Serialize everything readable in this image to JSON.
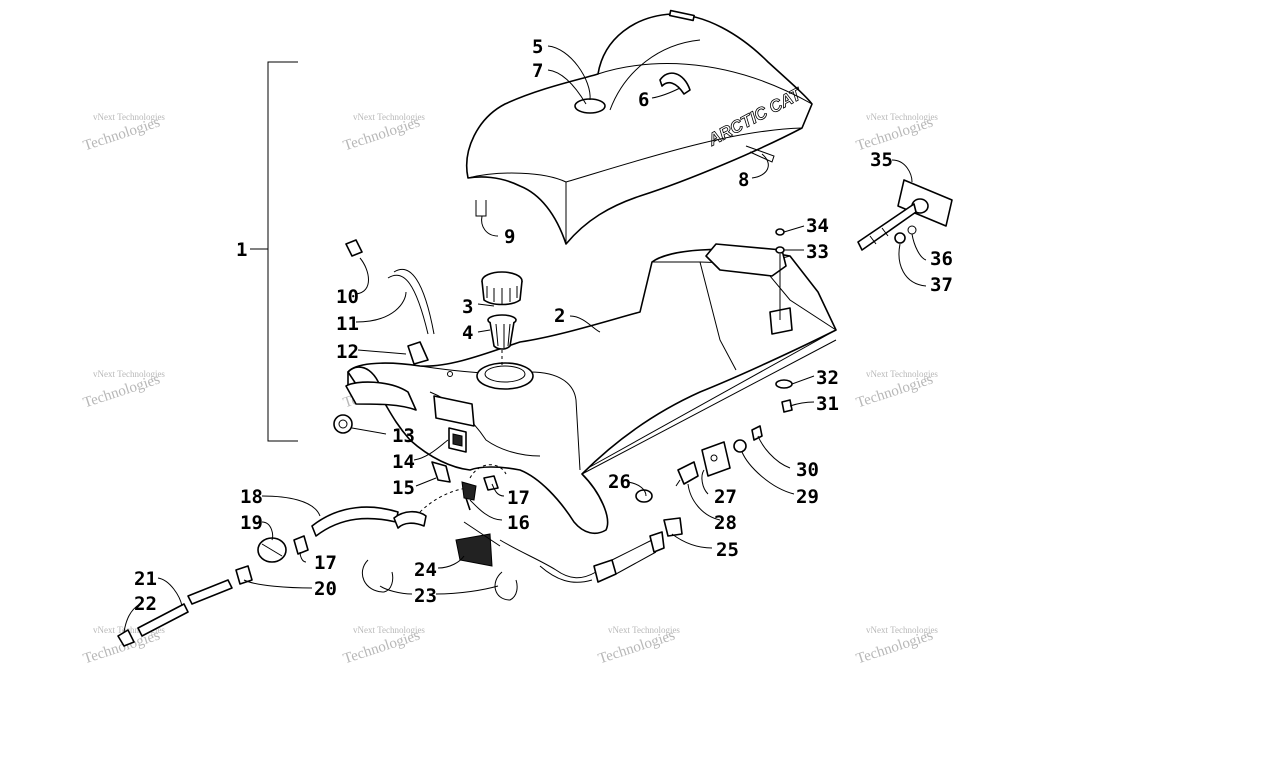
{
  "watermark": {
    "line1": "vNext Technologies",
    "line2": "Technologies"
  },
  "brand_text": "ARCTIC CAT",
  "callouts": {
    "c1": "1",
    "c2": "2",
    "c3": "3",
    "c4": "4",
    "c5": "5",
    "c6": "6",
    "c7": "7",
    "c8": "8",
    "c9": "9",
    "c10": "10",
    "c11": "11",
    "c12": "12",
    "c13": "13",
    "c14": "14",
    "c15": "15",
    "c16": "16",
    "c17": "17",
    "c17b": "17",
    "c18": "18",
    "c19": "19",
    "c20": "20",
    "c21": "21",
    "c22": "22",
    "c23": "23",
    "c24": "24",
    "c25": "25",
    "c26": "26",
    "c27": "27",
    "c28": "28",
    "c29": "29",
    "c30": "30",
    "c31": "31",
    "c32": "32",
    "c33": "33",
    "c34": "34",
    "c35": "35",
    "c36": "36",
    "c37": "37"
  }
}
